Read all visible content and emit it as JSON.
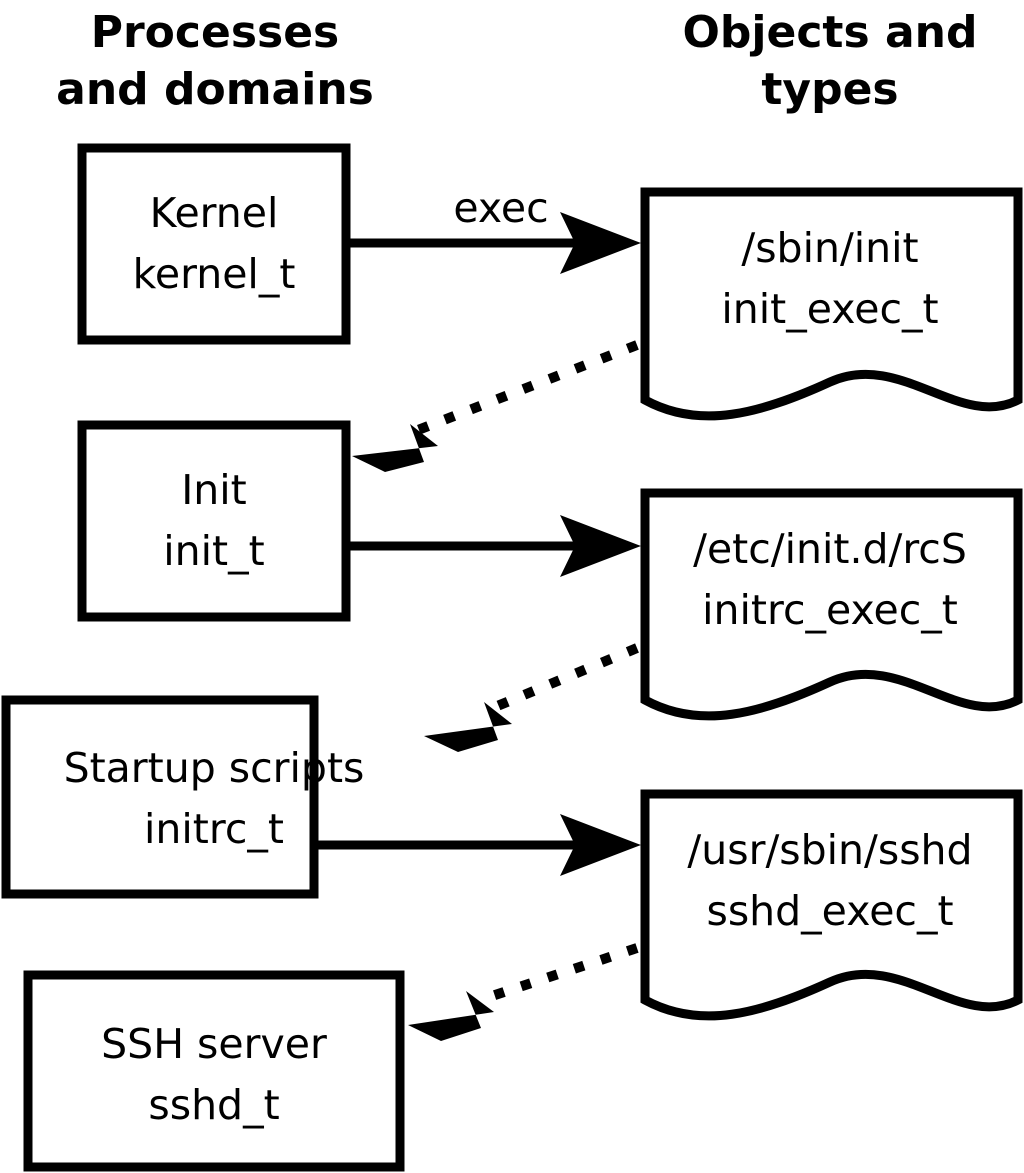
{
  "diagram": {
    "title": "SELinux domain transition on exec",
    "background_color": "#ffffff",
    "stroke_color": "#000000",
    "columns": [
      {
        "id": "processes",
        "header_line1": "Processes",
        "header_line2": "and domains"
      },
      {
        "id": "objects",
        "header_line1": "Objects and",
        "header_line2": "types"
      }
    ],
    "process_nodes": [
      {
        "id": "kernel",
        "name": "Kernel",
        "type": "kernel_t"
      },
      {
        "id": "init",
        "name": "Init",
        "type": "init_t"
      },
      {
        "id": "initrc",
        "name": "Startup scripts",
        "type": "initrc_t"
      },
      {
        "id": "sshd",
        "name": "SSH server",
        "type": "sshd_t"
      }
    ],
    "object_nodes": [
      {
        "id": "init_exec",
        "path": "/sbin/init",
        "type": "init_exec_t"
      },
      {
        "id": "initrc_exec",
        "path": "/etc/init.d/rcS",
        "type": "initrc_exec_t"
      },
      {
        "id": "sshd_exec",
        "path": "/usr/sbin/sshd",
        "type": "sshd_exec_t"
      }
    ],
    "edges": [
      {
        "id": "kernel-exec-init_exec",
        "from": "kernel",
        "to": "init_exec",
        "label": "exec",
        "style": "solid"
      },
      {
        "id": "init_exec-transition-init",
        "from": "init_exec",
        "to": "init",
        "label": "",
        "style": "dotted"
      },
      {
        "id": "init-exec-initrc_exec",
        "from": "init",
        "to": "initrc_exec",
        "label": "",
        "style": "solid"
      },
      {
        "id": "initrc_exec-transition-initrc",
        "from": "initrc_exec",
        "to": "initrc",
        "label": "",
        "style": "dotted"
      },
      {
        "id": "initrc-exec-sshd_exec",
        "from": "initrc",
        "to": "sshd_exec",
        "label": "",
        "style": "solid"
      },
      {
        "id": "sshd_exec-transition-sshd",
        "from": "sshd_exec",
        "to": "sshd",
        "label": "",
        "style": "dotted"
      }
    ]
  }
}
